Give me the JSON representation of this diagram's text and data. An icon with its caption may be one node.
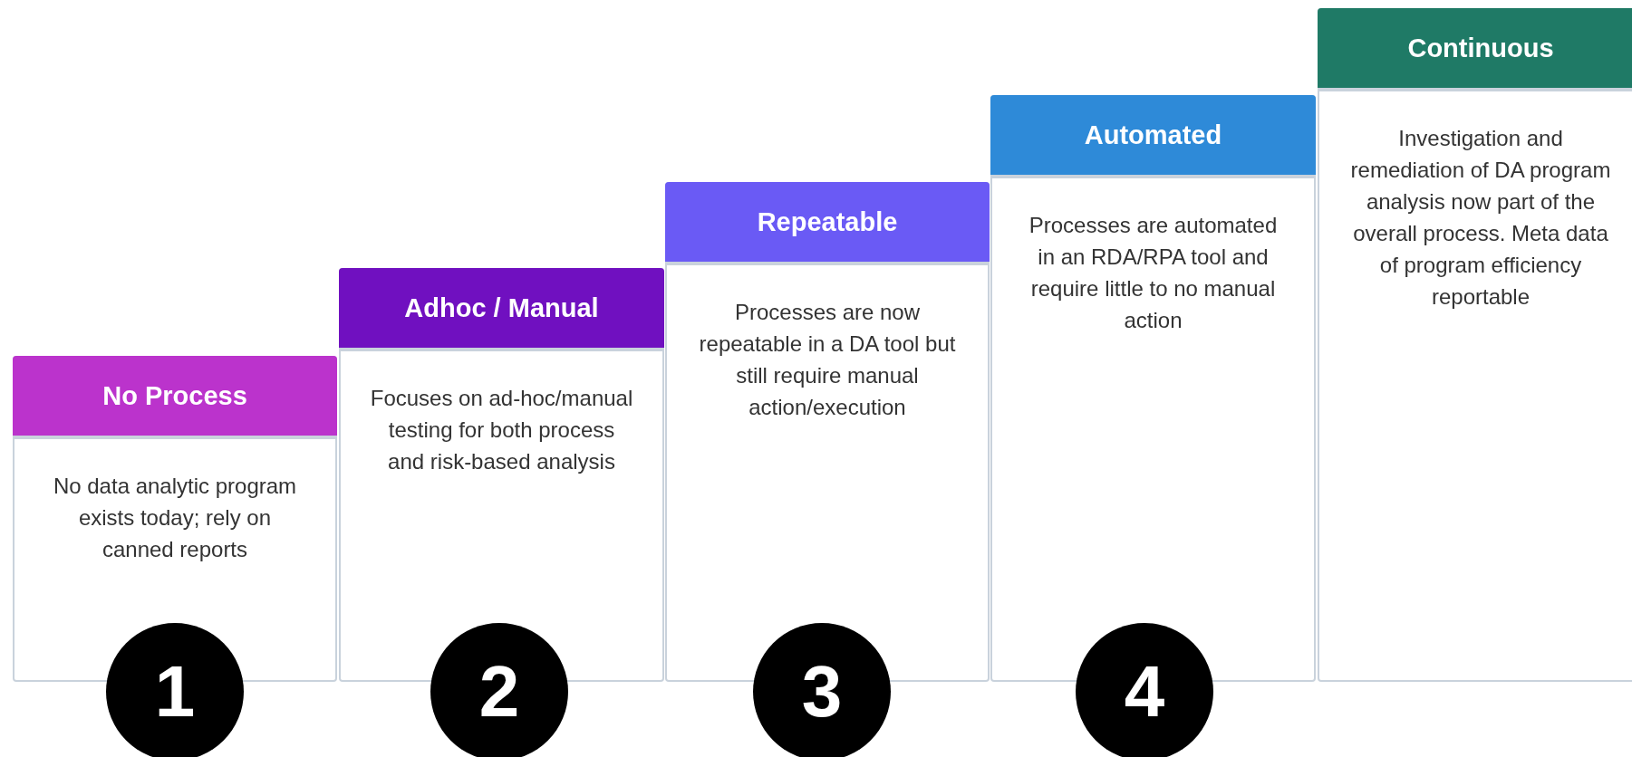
{
  "diagram": {
    "nodes": [
      {
        "text": [
          "No Process",
          "No data analytic program exists today; rely on canned reports"
        ]
      },
      {
        "text": [
          "Adhoc / Manual",
          "Focuses on ad-hoc/manual testing for both process and risk-based analysis"
        ]
      },
      {
        "text": [
          "Repeatable",
          "Processes are now repeatable in a DA tool but still require manual action/execution"
        ]
      },
      {
        "text": [
          "Automated",
          "Processes are automated in an RDA/RPA tool and require little to no manual action"
        ]
      },
      {
        "text": [
          "Continuous",
          "Investigation and remediation of DA program analysis now part of the overall process. Meta data of program efficiency reportable"
        ]
      },
      {
        "text": [
          "1"
        ]
      },
      {
        "text": [
          "2"
        ]
      },
      {
        "text": [
          "3"
        ]
      },
      {
        "text": [
          "4"
        ]
      }
    ],
    "edges": []
  }
}
